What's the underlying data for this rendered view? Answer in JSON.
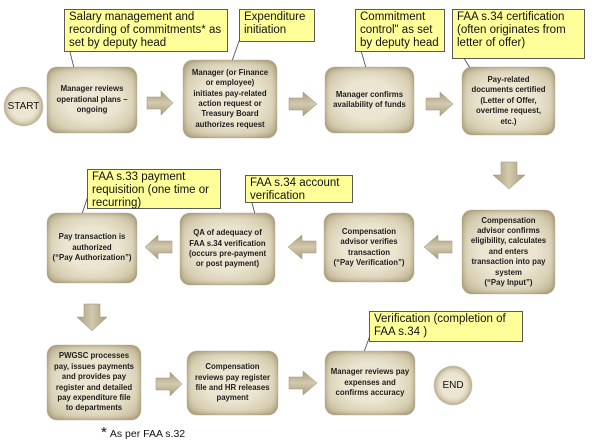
{
  "terminals": {
    "start": "START",
    "end": "END"
  },
  "steps": [
    {
      "text": "Manager reviews\noperational plans –\nongoing"
    },
    {
      "text": "Manager (or Finance\nor employee)\ninitiates pay-related\naction request or\nTreasury Board\nauthorizes request"
    },
    {
      "text": "Manager confirms\navailability of funds"
    },
    {
      "text": "Pay-related\ndocuments certified\n(Letter of Offer,\novertime request,\netc.)"
    },
    {
      "text": "Compensation\nadvisor confirms\neligibility, calculates\nand enters\ntransaction into pay\nsystem\n(“Pay Input”)"
    },
    {
      "text": "Compensation\nadvisor verifies\ntransaction\n(“Pay Verification”)"
    },
    {
      "text": "QA of adequacy of\nFAA s.34 verification\n(occurs pre-payment\nor post payment)"
    },
    {
      "text": "Pay transaction is\nauthorized\n(“Pay Authorization”)"
    },
    {
      "text": "PWGSC processes\npay, issues payments\nand provides pay\nregister and detailed\npay expenditure file\nto departments"
    },
    {
      "text": "Compensation\nreviews pay register\nfile and HR releases\npayment"
    },
    {
      "text": "Manager reviews pay\nexpenses and\nconfirms accuracy"
    }
  ],
  "callouts": [
    {
      "text": "Salary management and\nrecording of commitments* as\nset by deputy head"
    },
    {
      "text": "Expenditure\ninitiation"
    },
    {
      "text": "Commitment\ncontrol\" as set\nby deputy head"
    },
    {
      "text": "FAA s.34 certification\n(often originates from\nletter of offer)"
    },
    {
      "text": "FAA s.33 payment\nrequisition (one time or\nrecurring)"
    },
    {
      "text": "FAA s.34 account\nverification"
    },
    {
      "text": "Verification (completion of\nFAA s.34 )"
    }
  ],
  "footnote": {
    "marker": "*",
    "text": "As per FAA s.32"
  },
  "colors": {
    "step_light": "#ebe5d1",
    "step_dark": "#b2a683",
    "arrow_light": "#d2c9af",
    "arrow_dark": "#a89c7c",
    "callout_fill": "#ffff99"
  }
}
